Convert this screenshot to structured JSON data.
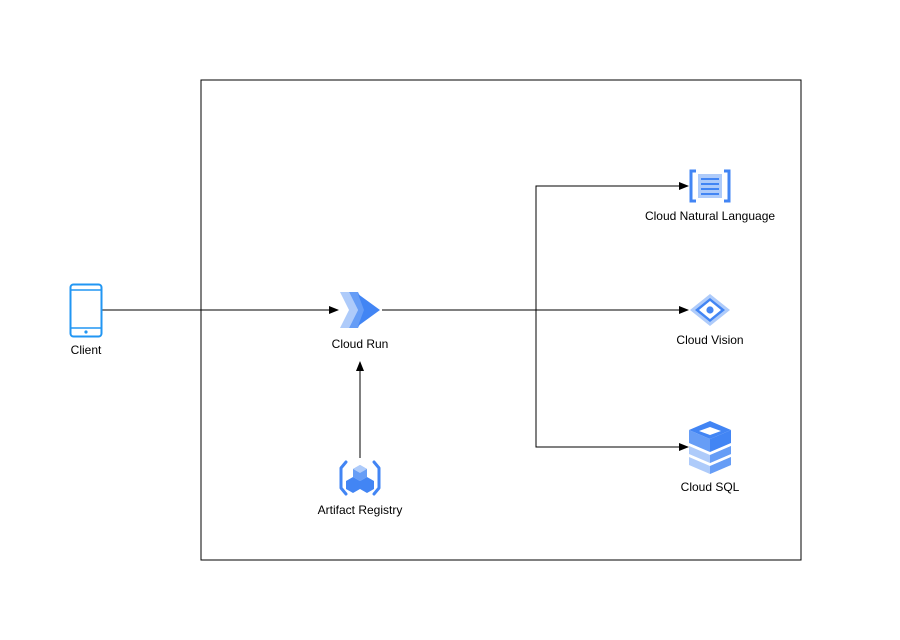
{
  "nodes": {
    "client": {
      "label": "Client",
      "icon": "mobile-phone-icon"
    },
    "cloud_run": {
      "label": "Cloud Run",
      "icon": "cloud-run-icon"
    },
    "artifact_registry": {
      "label": "Artifact Registry",
      "icon": "artifact-registry-icon"
    },
    "natural_language": {
      "label": "Cloud Natural Language",
      "icon": "cloud-natural-language-icon"
    },
    "vision": {
      "label": "Cloud Vision",
      "icon": "cloud-vision-icon"
    },
    "sql": {
      "label": "Cloud SQL",
      "icon": "cloud-sql-icon"
    }
  },
  "edges": [
    {
      "from": "client",
      "to": "cloud_run"
    },
    {
      "from": "artifact_registry",
      "to": "cloud_run"
    },
    {
      "from": "cloud_run",
      "to": "natural_language"
    },
    {
      "from": "cloud_run",
      "to": "vision"
    },
    {
      "from": "cloud_run",
      "to": "sql"
    }
  ],
  "colors": {
    "client_blue": "#2196F3",
    "gcp_blue": "#4285F4",
    "gcp_light_blue": "#AECBFA",
    "gcp_mid_blue": "#669DF6",
    "line": "#000000"
  }
}
